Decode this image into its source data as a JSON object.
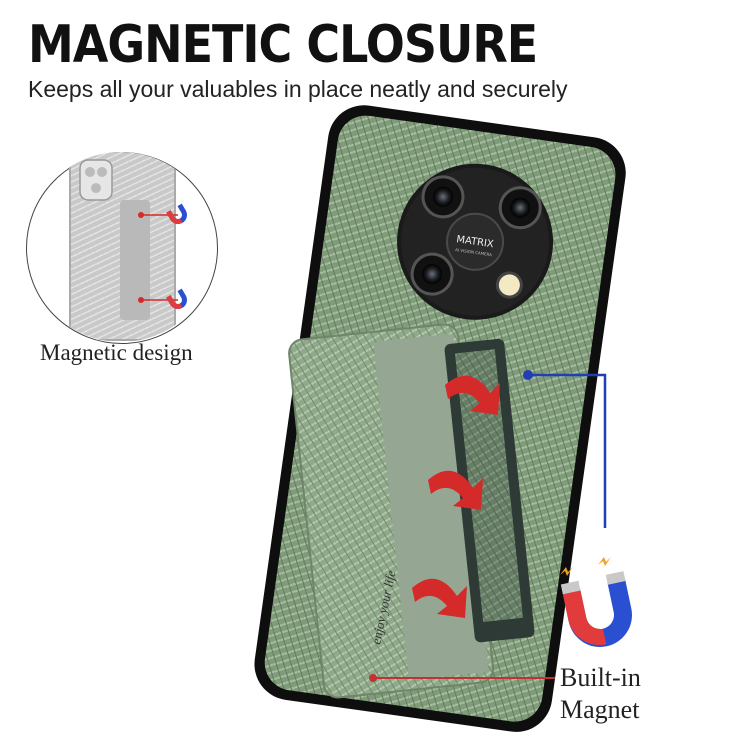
{
  "headline": "MAGNETIC CLOSURE",
  "subheadline": "Keeps all your valuables in place neatly and securely",
  "inset": {
    "caption": "Magnetic design"
  },
  "magnet_callout": {
    "line1": "Built-in",
    "line2": "Magnet"
  },
  "camera": {
    "brand": "MATRIX",
    "subtext": "AI VISION CAMERA"
  },
  "card_slot_script": "enjoy your life",
  "colors": {
    "case_green": "#7e9a79",
    "case_border": "#111111",
    "callout_blue": "#1f3fb3",
    "arrow_red": "#d42a2a",
    "magnet_red": "#e23b3b",
    "magnet_blue": "#2b4fd1"
  }
}
